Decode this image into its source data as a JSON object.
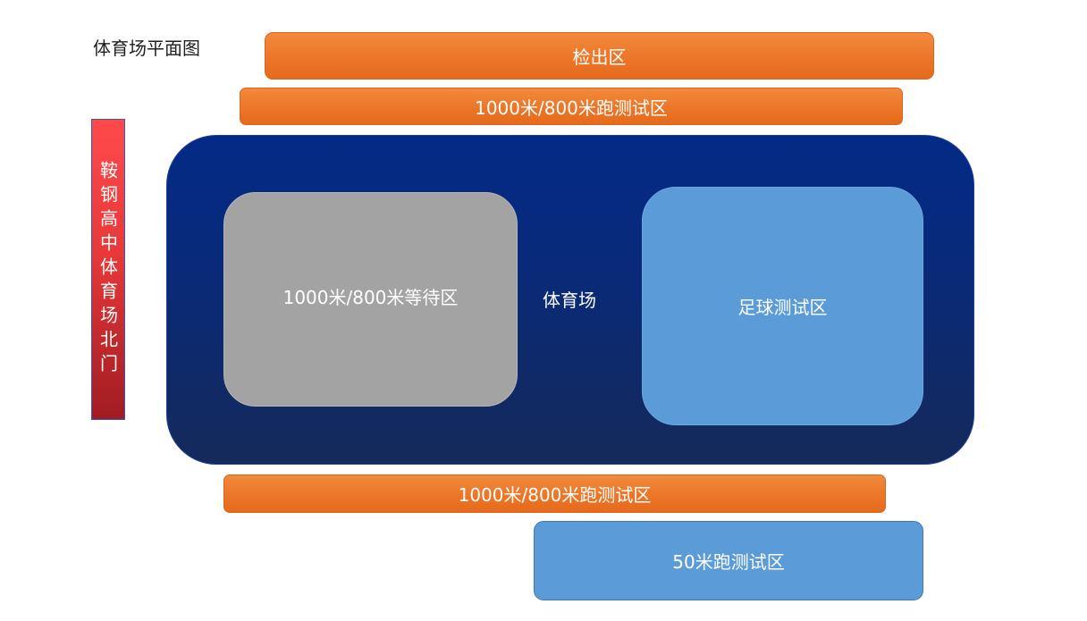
{
  "title": "体育场平面图",
  "zones": {
    "checkout": "检出区",
    "run_test_top": "1000米/800米跑测试区",
    "north_gate": "鞍钢高中体育场北门",
    "stadium": "体育场",
    "waiting_area": "1000米/800米等待区",
    "football_test": "足球测试区",
    "run_test_bottom": "1000米/800米跑测试区",
    "fifty_meter_test": "50米跑测试区"
  },
  "colors": {
    "orange": "#ec7628",
    "red": "#e83838",
    "navy": "#0a2a78",
    "gray": "#a3a3a3",
    "light_blue": "#5b9bd7"
  }
}
